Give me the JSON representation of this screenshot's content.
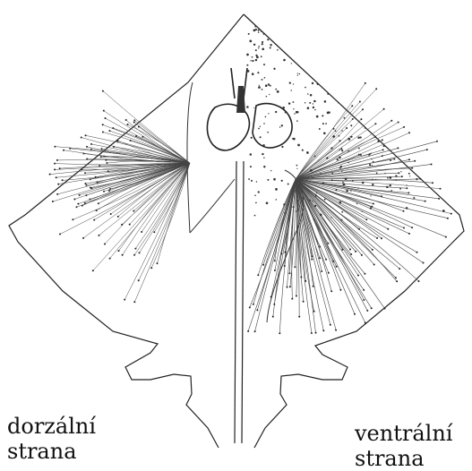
{
  "labels": {
    "left_line1": "dorzální",
    "left_line2": "strana",
    "right_line1": "ventrální",
    "right_line2": "strana"
  },
  "colors": {
    "ink": "#111111",
    "background": "#ffffff"
  }
}
